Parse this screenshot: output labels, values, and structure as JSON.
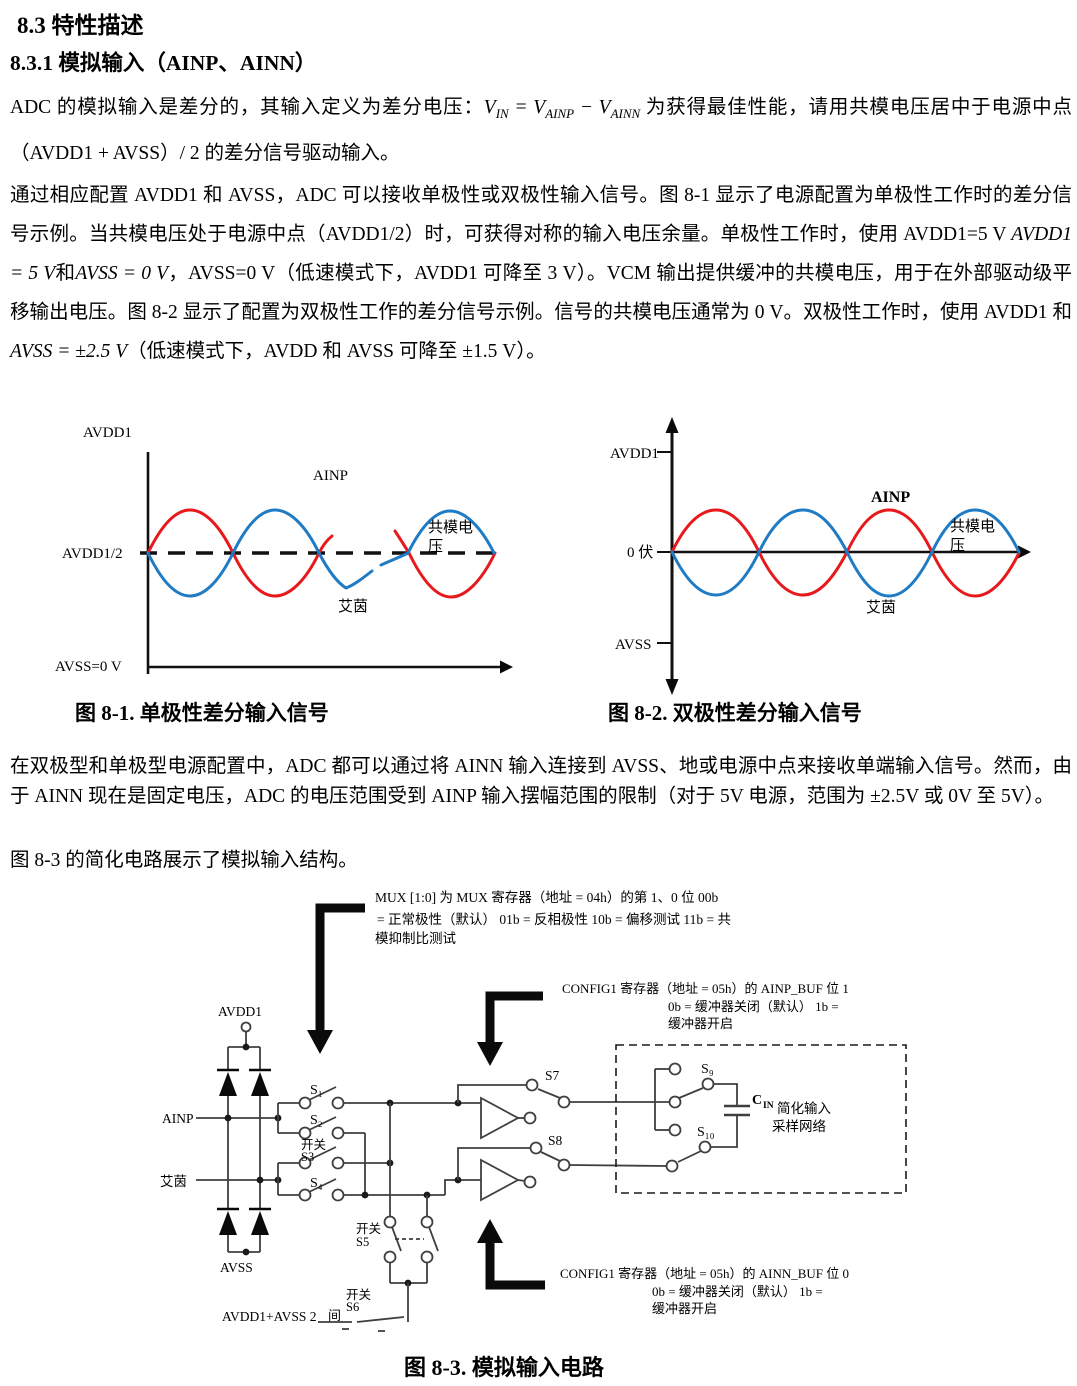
{
  "page": {
    "heading1": "8.3 特性描述",
    "heading2": "8.3.1 模拟输入（AINP、AINN）"
  },
  "paragraphs": {
    "p1": {
      "t1": "ADC 的模拟输入是差分的，其输入定义为差分电压：",
      "f_v1": "V",
      "f_s1": "IN",
      "f_eq": " = ",
      "f_v2": "V",
      "f_s2": "AINP",
      "f_minus": " − ",
      "f_v3": "V",
      "f_s3": "AINN",
      "t2": " 为获得最佳性能，请用共模电压居中于电源中点（AVDD1 + AVSS）/ 2 的差分信号驱动输入。"
    },
    "p2": {
      "t1": "通过相应配置 AVDD1 和 AVSS，ADC 可以接收单极性或双极性输入信号。图 8-1 显示了电源配置为单极性工作时的差分信号示例。当共模电压处于电源中点（AVDD1/2）时，可获得对称的输入电压余量。单极性工作时，使用 AVDD1=5 V ",
      "m1": "AVDD1 = 5 V",
      "t2": "和",
      "m2": "AVSS = 0 V",
      "t3": "，AVSS=0 V（低速模式下，AVDD1 可降至 3 V）。VCM 输出提供缓冲的共模电压，用于在外部驱动级平移输出电压。图 8-2 显示了配置为双极性工作的差分信号示例。信号的共模电压通常为 0 V。双极性工作时，使用 AVDD1 和",
      "m3": "AVSS = ±2.5 V",
      "t4": "（低速模式下，AVDD 和 AVSS 可降至 ±1.5 V）。"
    },
    "p3": "在双极型和单极型电源配置中，ADC 都可以通过将 AINN 输入连接到 AVSS、地或电源中点来接收单端输入信号。然而，由于 AINN 现在是固定电压，ADC 的电压范围受到 AINP 输入摆幅范围的限制（对于 5V 电源，范围为 ±2.5V 或 0V 至 5V）。",
    "p4": "图 8-3 的简化电路展示了模拟输入结构。"
  },
  "colors": {
    "ainp_red": "#e8191c",
    "ainn_blue": "#1e7bc4"
  },
  "fig1": {
    "caption": "图 8-1. 单极性差分输入信号",
    "labels": {
      "avdd1": "AVDD1",
      "avdd1_2": "AVDD1/2",
      "avss": "AVSS=0 V",
      "ainp": "AINP",
      "vcm_l1": "共模电",
      "vcm_l2": "压",
      "ainn": "艾茵"
    }
  },
  "fig2": {
    "caption": "图 8-2. 双极性差分输入信号",
    "labels": {
      "avdd1": "AVDD1",
      "zero": "0 伏",
      "avss": "AVSS",
      "ainp": "AINP",
      "vcm_l1": "共模电",
      "vcm_l2": "压",
      "ainn": "艾茵"
    }
  },
  "fig3": {
    "caption": "图 8-3. 模拟输入电路",
    "annotations": {
      "mux_l1": "MUX [1:0] 为 MUX 寄存器（地址 = 04h）的第 1、0 位 00b",
      "mux_l2": "= 正常极性（默认） 01b = 反相极性 10b = 偏移测试 11b = 共",
      "mux_l3": "模抑制比测试",
      "ainp_buf_l1": "CONFIG1 寄存器（地址 = 05h）的 AINP_BUF 位 1",
      "ainp_buf_l2": "0b = 缓冲器关闭（默认） 1b =",
      "ainp_buf_l3": "缓冲器开启",
      "ainn_buf_l1": "CONFIG1 寄存器（地址 = 05h）的 AINN_BUF 位 0",
      "ainn_buf_l2": "0b = 缓冲器关闭（默认） 1b =",
      "ainn_buf_l3": "缓冲器开启"
    },
    "labels": {
      "avdd1": "AVDD1",
      "ainp": "AINP",
      "ainn": "艾茵",
      "avss": "AVSS",
      "mid": "AVDD1+AVSS 2",
      "jian": "间",
      "s1": "S₁",
      "s2": "S₂",
      "sw3_l1": "开关",
      "sw3_l2": "S3",
      "s4": "S₄",
      "s5_l1": "开关",
      "s5_l2": "S5",
      "s6_l1": "开关",
      "s6_l2": "S6",
      "s7": "S7",
      "s8": "S8",
      "s9": "S₉",
      "s10": "S₁₀",
      "cin_c": "C",
      "cin_sub": "IN",
      "net_l1": "简化输入",
      "net_l2": "采样网络"
    }
  }
}
